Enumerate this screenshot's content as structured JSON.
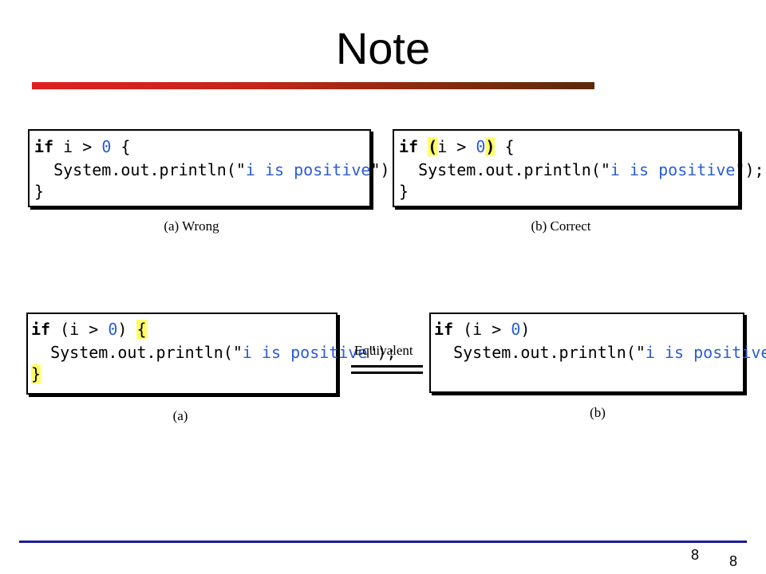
{
  "slide": {
    "title": "Note",
    "page_number": "8",
    "page_number_footer": "8"
  },
  "top_left": {
    "line1": {
      "kw": "if",
      "mid": " i > ",
      "num": "0",
      "end": " {"
    },
    "line2": {
      "pre": "  System.out.println(",
      "q1": "\"",
      "str": "i is positive",
      "q2": "\"",
      "end": ");"
    },
    "line3": "}",
    "caption": "(a) Wrong"
  },
  "top_right": {
    "line1": {
      "kw": "if",
      "sp": " ",
      "open": "(",
      "mid": "i > ",
      "num": "0",
      "close": ")",
      "end": " {"
    },
    "line2": {
      "pre": "  System.out.println(",
      "q1": "\"",
      "str": "i is positive",
      "q2": "\"",
      "end": ");"
    },
    "line3": "}",
    "caption": "(b) Correct"
  },
  "bottom_left": {
    "line1": {
      "kw": "if",
      "mid": " (i > ",
      "num": "0",
      "close": ") ",
      "brace": "{"
    },
    "line2": {
      "pre": "  System.out.println(",
      "q1": "\"",
      "str": "i is positive",
      "q2": "\"",
      "end": ");"
    },
    "line3": "}",
    "caption": "(a)"
  },
  "bottom_right": {
    "line1": {
      "kw": "if",
      "mid": " (i > ",
      "num": "0",
      "close": ")"
    },
    "line2": {
      "pre": "  System.out.println(",
      "q1": "\"",
      "str": "i is positive",
      "q2": "\"",
      "end": ");"
    },
    "caption": "(b)"
  },
  "equivalent_label": "Equivalent"
}
